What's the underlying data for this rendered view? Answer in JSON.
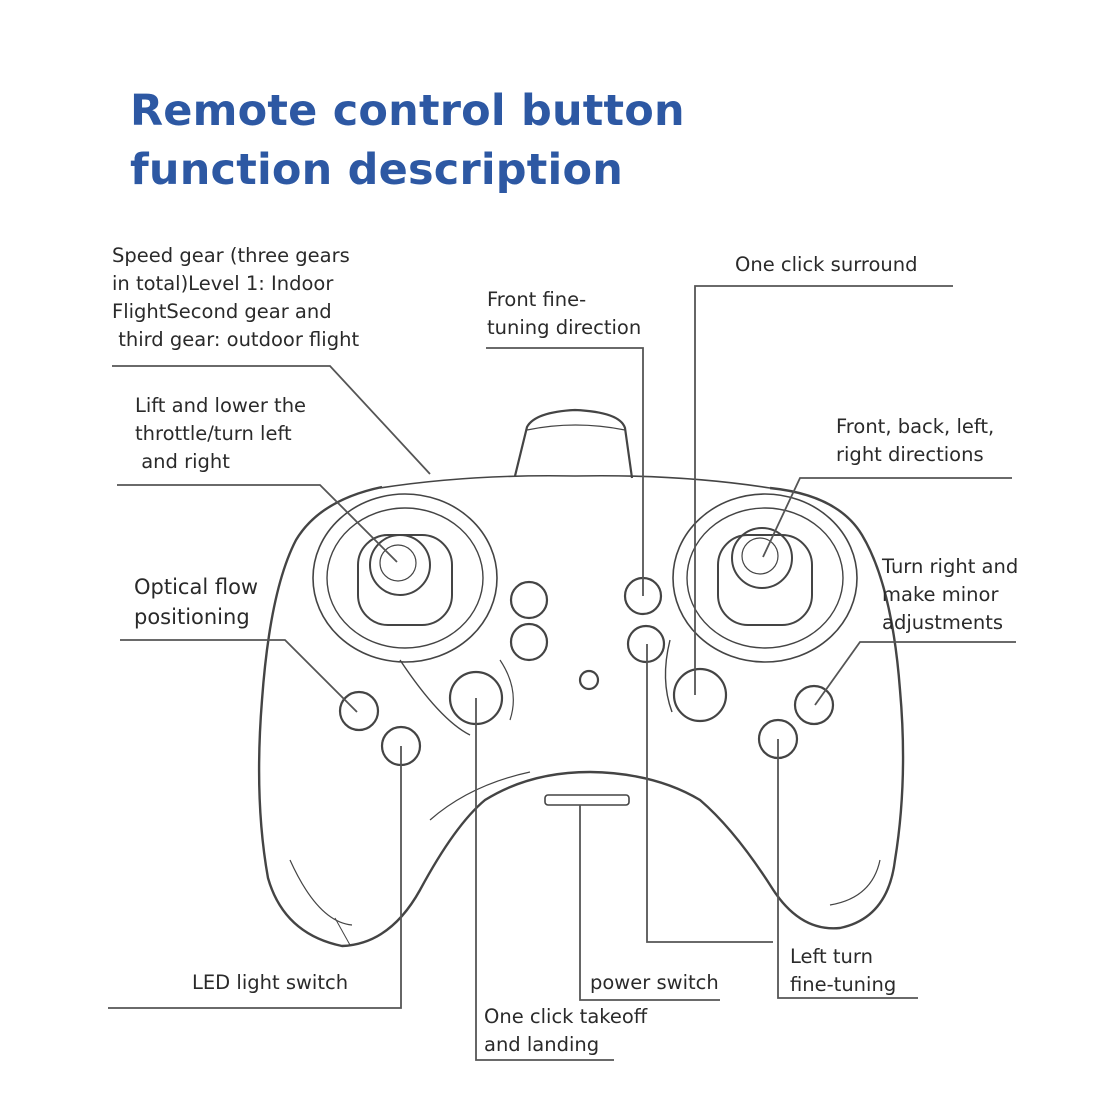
{
  "title": {
    "line1": "Remote control button",
    "line2": "function description"
  },
  "labels": {
    "speed_gear": [
      "Speed gear (three gears",
      "in total)Level 1: Indoor",
      "FlightSecond gear and",
      " third gear: outdoor flight"
    ],
    "throttle": [
      "Lift and lower the",
      "throttle/turn left",
      " and right"
    ],
    "optical_flow": [
      "Optical flow",
      "positioning"
    ],
    "led_switch": [
      "LED light switch"
    ],
    "takeoff_landing": [
      "One click takeoff",
      "and landing"
    ],
    "power_switch": [
      "power switch"
    ],
    "front_fine_tuning": [
      "Front fine-",
      "tuning direction"
    ],
    "surround": [
      "One click surround"
    ],
    "directions": [
      "Front, back, left,",
      "right directions"
    ],
    "turn_right": [
      "Turn right and",
      "make minor",
      "adjustments"
    ],
    "left_turn": [
      "Left turn",
      "fine-tuning"
    ]
  },
  "colors": {
    "title": "#2d58a3",
    "text": "#2a2a2a",
    "line": "#555555",
    "sketch": "#444444"
  }
}
